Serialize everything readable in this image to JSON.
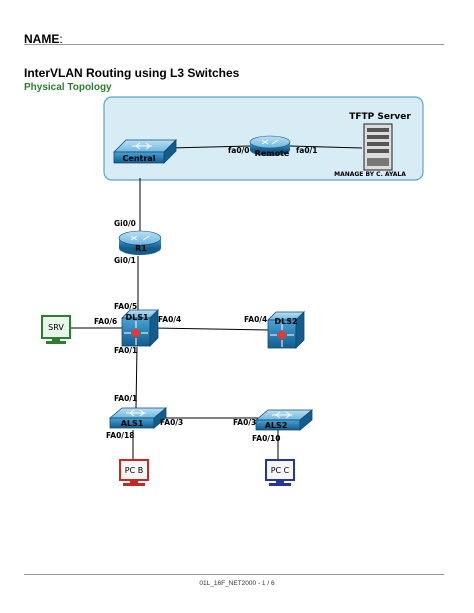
{
  "header": {
    "name_label": "NAME",
    "name_colon": ":"
  },
  "document": {
    "title": "InterVLAN Routing using L3 Switches",
    "section": "Physical Topology"
  },
  "topology": {
    "remote_site": {
      "server_title": "TFTP Server",
      "manage_note": "MANAGE BY C. AYALA",
      "central_label": "Central",
      "remote_label": "Remote",
      "remote_fa00": "fa0/0",
      "remote_fa01": "fa0/1"
    },
    "devices": {
      "r1": "R1",
      "dls1": "DLS1",
      "dls2": "DLS2",
      "als1": "ALS1",
      "als2": "ALS2",
      "srv": "SRV",
      "pcb": "PC B",
      "pcc": "PC C"
    },
    "ports": {
      "r1_gi00": "Gi0/0",
      "r1_gi01": "Gi0/1",
      "dls1_fa05": "FA0/5",
      "dls1_fa06": "FA0/6",
      "dls1_fa04": "FA0/4",
      "dls2_fa04": "FA0/4",
      "dls1_fa01": "FA0/1",
      "als1_fa01": "FA0/1",
      "als1_fa03": "FA0/3",
      "als2_fa03": "FA0/3",
      "als1_fa018": "FA0/18",
      "als2_fa010": "FA0/10"
    },
    "colors": {
      "cloud_fill": "#d7ecf5",
      "cloud_stroke": "#5aa5c8",
      "device_blue": "#1d6fa3",
      "pc_b": "#c62828",
      "pc_c": "#283593",
      "srv": "#2e7d32"
    }
  },
  "footer": {
    "text": "01L_16F_NET2000 - 1 / 6"
  }
}
